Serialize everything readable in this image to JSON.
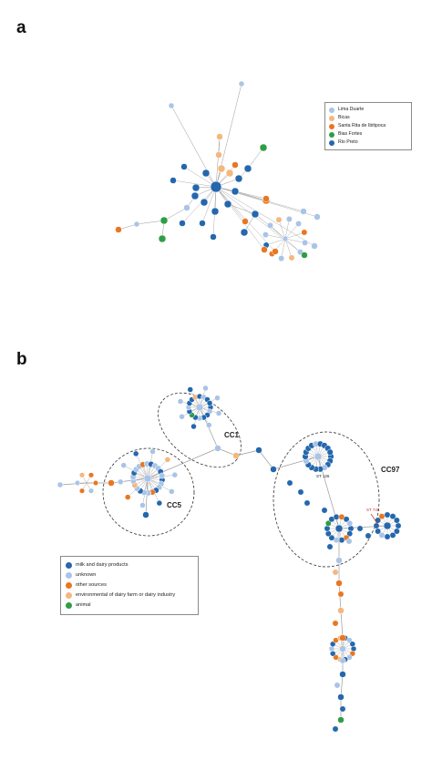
{
  "panels": {
    "a": {
      "label": "a",
      "legend": [
        {
          "label": "Lima Duarte",
          "color": "#a9c4e6"
        },
        {
          "label": "Bicas",
          "color": "#f4b77e"
        },
        {
          "label": "Santa Rita de Ibitipoca",
          "color": "#e87722"
        },
        {
          "label": "Bias Fortes",
          "color": "#2e9e46"
        },
        {
          "label": "Rio Preto",
          "color": "#2467ad"
        }
      ]
    },
    "b": {
      "label": "b",
      "legend": [
        {
          "label": "milk and dairy products",
          "color": "#2467ad"
        },
        {
          "label": "unknown",
          "color": "#a9c4e6"
        },
        {
          "label": "other sources",
          "color": "#e87722"
        },
        {
          "label": "environmental of  dairy farm or dairy industry",
          "color": "#f4b77e"
        },
        {
          "label": "animal",
          "color": "#2e9e46"
        }
      ],
      "clusters": [
        {
          "label": "CC1"
        },
        {
          "label": "CC5"
        },
        {
          "label": "CC97"
        }
      ],
      "node_labels": [
        {
          "label": "ST 126"
        },
        {
          "label": "ST 746"
        }
      ]
    }
  }
}
